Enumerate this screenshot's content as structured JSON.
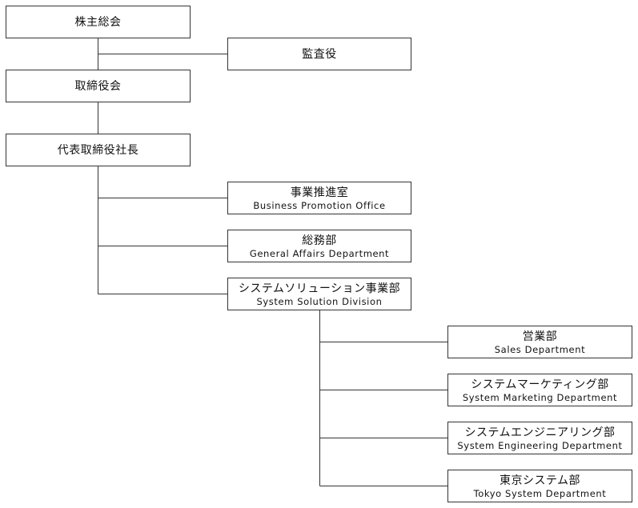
{
  "nodes": {
    "shareholders": {
      "ja": "株主総会",
      "en": ""
    },
    "auditor": {
      "ja": "監査役",
      "en": ""
    },
    "board": {
      "ja": "取締役会",
      "en": ""
    },
    "president": {
      "ja": "代表取締役社長",
      "en": ""
    },
    "business_promotion": {
      "ja": "事業推進室",
      "en": "Business Promotion Office"
    },
    "general_affairs": {
      "ja": "総務部",
      "en": "General Affairs Department"
    },
    "system_solution": {
      "ja": "システムソリューション事業部",
      "en": "System Solution Division"
    },
    "sales": {
      "ja": "営業部",
      "en": "Sales Department"
    },
    "system_marketing": {
      "ja": "システムマーケティング部",
      "en": "System Marketing Department"
    },
    "system_engineering": {
      "ja": "システムエンジニアリング部",
      "en": "System Engineering Department"
    },
    "tokyo_system": {
      "ja": "東京システム部",
      "en": "Tokyo System Department"
    }
  },
  "colors": {
    "border": "#333333",
    "line": "#333333",
    "background": "#ffffff"
  }
}
